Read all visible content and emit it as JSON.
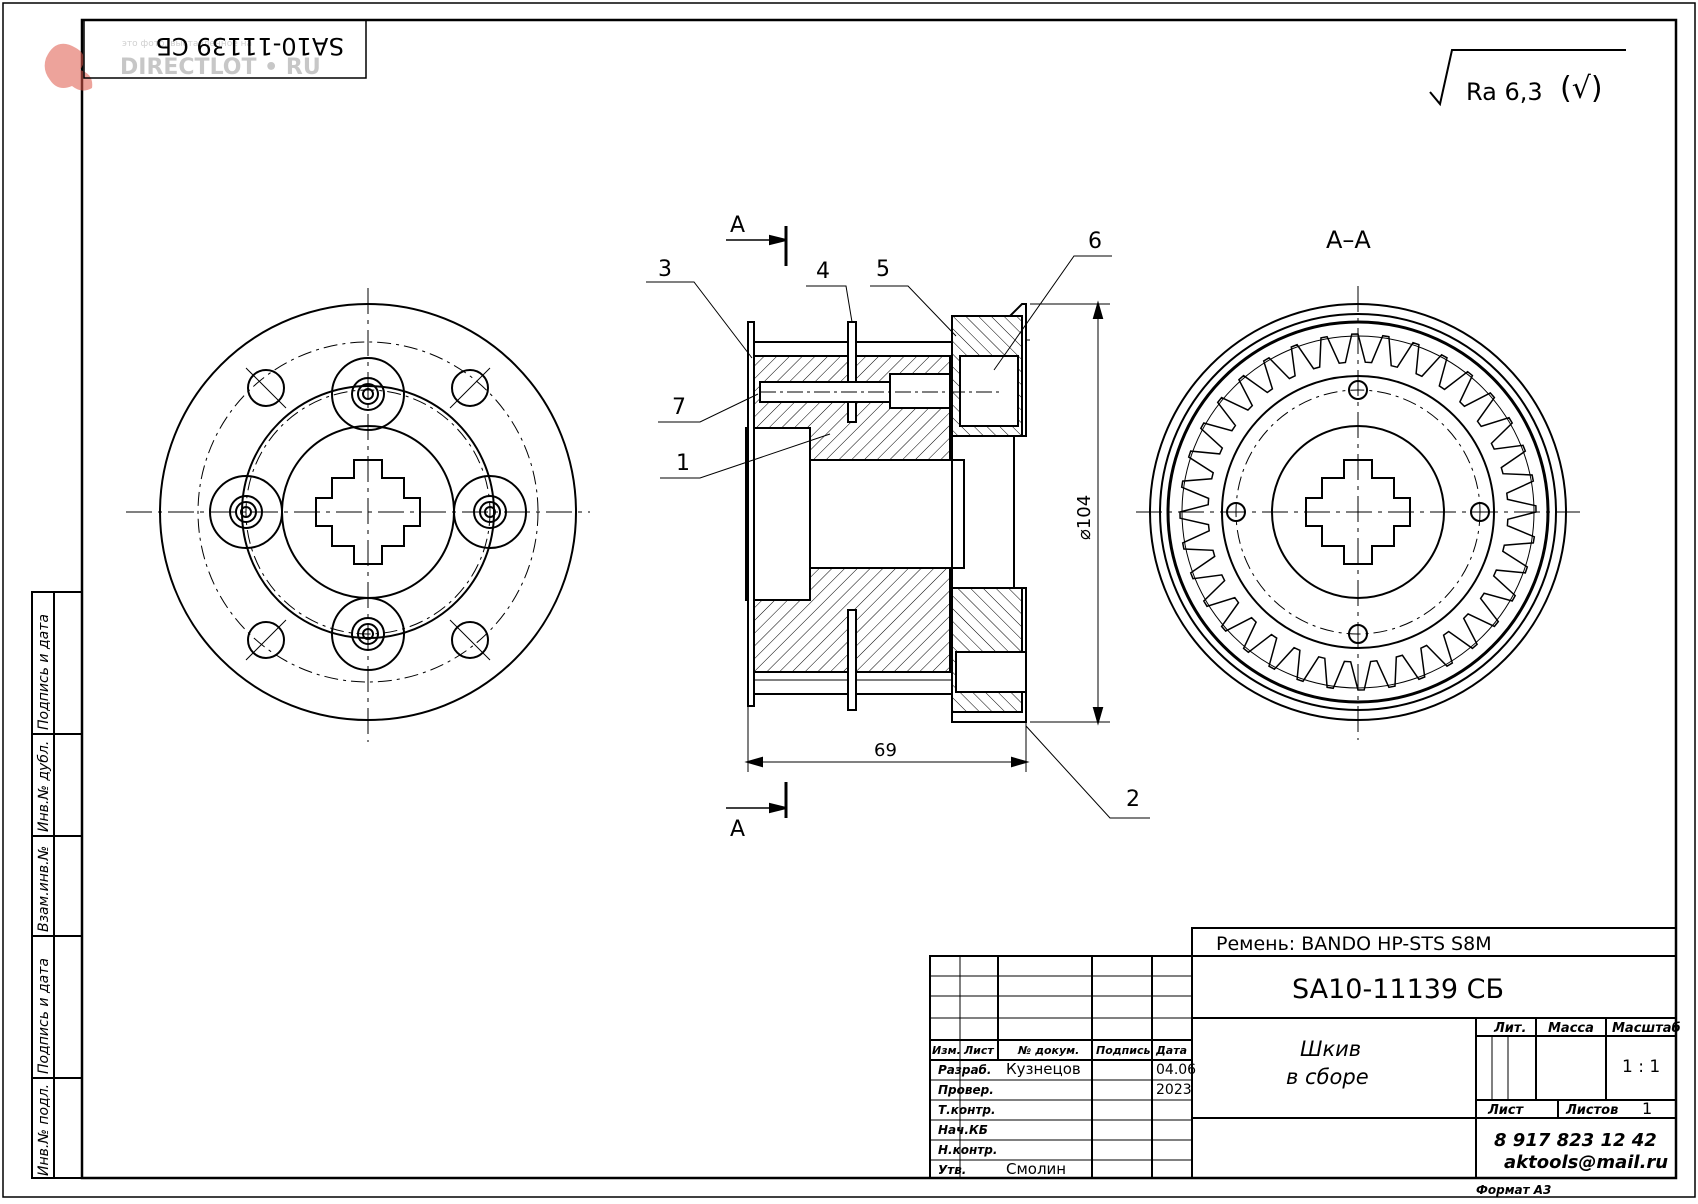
{
  "watermark": {
    "site": "DIRECTLOT • RU",
    "small": "это фото, выставленное на"
  },
  "stamp_code_mirrored": "SA10-11139 СБ",
  "roughness": {
    "symbol": "Ra 6,3",
    "extra": "(√)"
  },
  "views": {
    "section_mark_top": "A",
    "section_mark_bottom": "A",
    "section_title": "A–A"
  },
  "positions": {
    "p1": "1",
    "p2": "2",
    "p3": "3",
    "p4": "4",
    "p5": "5",
    "p6": "6",
    "p7": "7"
  },
  "dimensions": {
    "length": "69",
    "diameter": "⌀104"
  },
  "side_stamp": {
    "f1": "Инв.№ подл.",
    "f2": "Подпись и дата",
    "f3": "Взам.инв.№",
    "f4": "Инв.№ дубл.",
    "f5": "Подпись и дата"
  },
  "title_block": {
    "belt_note": "Ремень: BANDO HP-STS S8M",
    "doc_code": "SA10-11139 СБ",
    "name_line1": "Шкив",
    "name_line2": "в сборе",
    "headers": {
      "izm": "Изм.",
      "list": "Лист",
      "doc_no": "№ докум.",
      "signature": "Подпись",
      "date": "Дата"
    },
    "roles": {
      "developer": "Разраб.",
      "checker": "Провер.",
      "tech_control": "Т.контр.",
      "head": "Нач.КБ",
      "norm_control": "Н.контр.",
      "approved": "Утв."
    },
    "developer_name": "Кузнецов",
    "approver_name": "Смолин",
    "date_day": "04.06",
    "date_year": "2023",
    "lit_label": "Лит.",
    "mass_label": "Масса",
    "scale_label": "Масштаб",
    "scale_value": "1 : 1",
    "sheet_label": "Лист",
    "sheets_label": "Листов",
    "sheets_value": "1",
    "phone": "8 917 823 12 42",
    "email": "aktools@mail.ru",
    "format": "Формат А3"
  }
}
